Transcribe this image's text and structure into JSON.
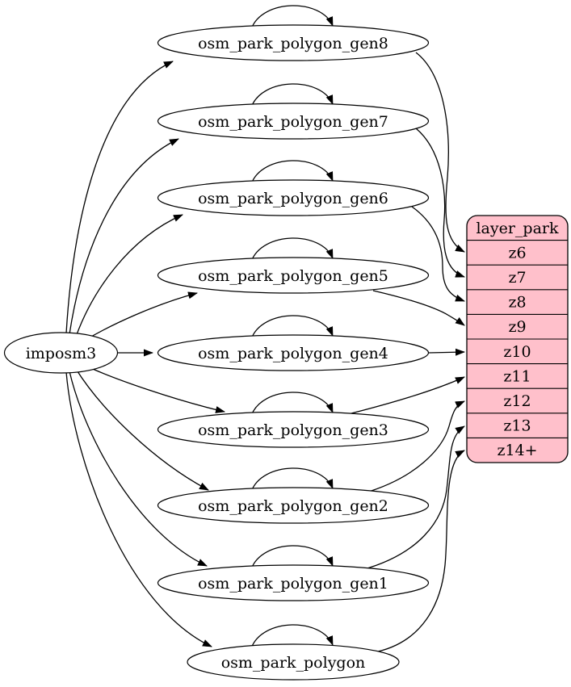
{
  "diagram": {
    "source": {
      "label": "imposm3"
    },
    "tables": [
      {
        "label": "osm_park_polygon_gen8",
        "target": "z6"
      },
      {
        "label": "osm_park_polygon_gen7",
        "target": "z7"
      },
      {
        "label": "osm_park_polygon_gen6",
        "target": "z8"
      },
      {
        "label": "osm_park_polygon_gen5",
        "target": "z9"
      },
      {
        "label": "osm_park_polygon_gen4",
        "target": "z10"
      },
      {
        "label": "osm_park_polygon_gen3",
        "target": "z11"
      },
      {
        "label": "osm_park_polygon_gen2",
        "target": "z12"
      },
      {
        "label": "osm_park_polygon_gen1",
        "target": "z13"
      },
      {
        "label": "osm_park_polygon",
        "target": "z14+"
      }
    ],
    "layer": {
      "title": "layer_park",
      "rows": [
        "z6",
        "z7",
        "z8",
        "z9",
        "z10",
        "z11",
        "z12",
        "z13",
        "z14+"
      ]
    },
    "colors": {
      "layer_fill": "#ffc0cb",
      "node_fill": "#ffffff",
      "stroke": "#000000",
      "background": "#ffffff"
    }
  }
}
